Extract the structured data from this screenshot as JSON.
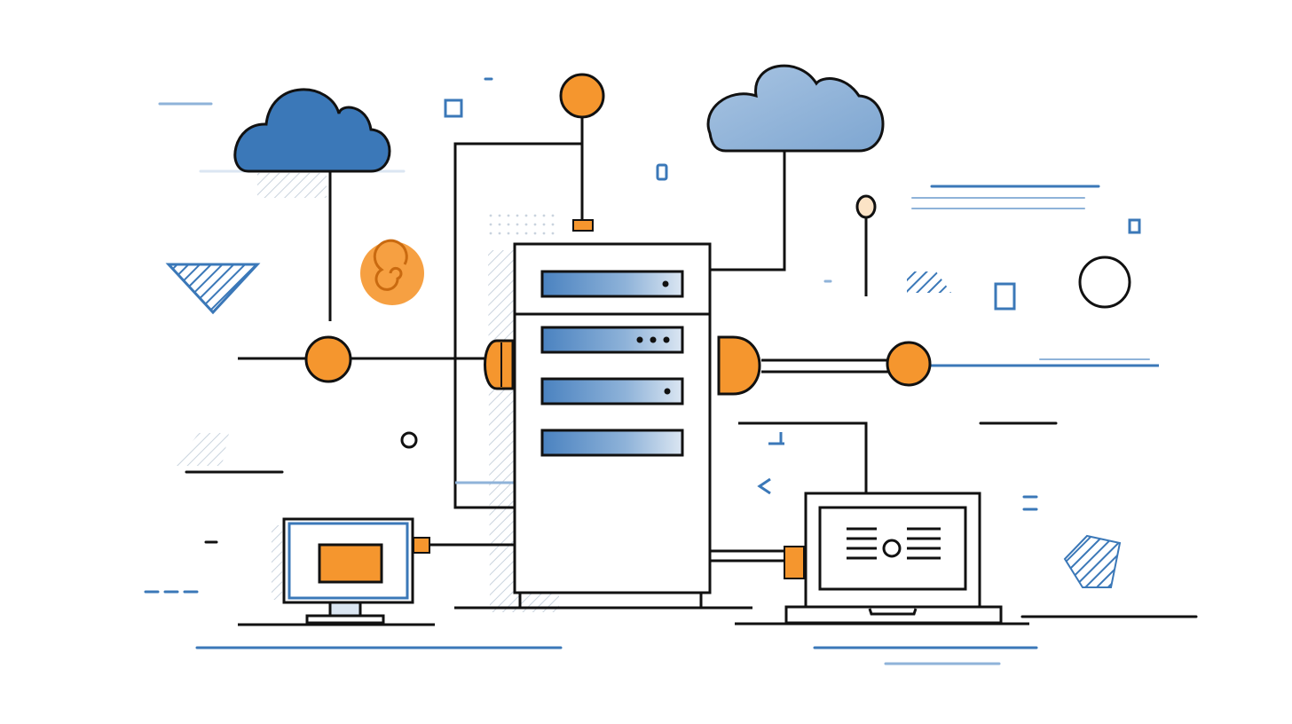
{
  "illustration": {
    "components": [
      {
        "name": "cloud-left-icon",
        "kind": "cloud"
      },
      {
        "name": "cloud-right-icon",
        "kind": "cloud"
      },
      {
        "name": "server-rack-icon",
        "kind": "server",
        "drive_bays": 4
      },
      {
        "name": "desktop-monitor-icon",
        "kind": "monitor"
      },
      {
        "name": "laptop-icon",
        "kind": "laptop"
      }
    ],
    "colors": {
      "outline": "#111111",
      "orange": "#f5962e",
      "blue": "#3b78b8",
      "light_blue": "#8fb3d9",
      "pale_blue": "#dbe6f2",
      "hatch": "#c9d3de",
      "background": "#ffffff"
    }
  }
}
